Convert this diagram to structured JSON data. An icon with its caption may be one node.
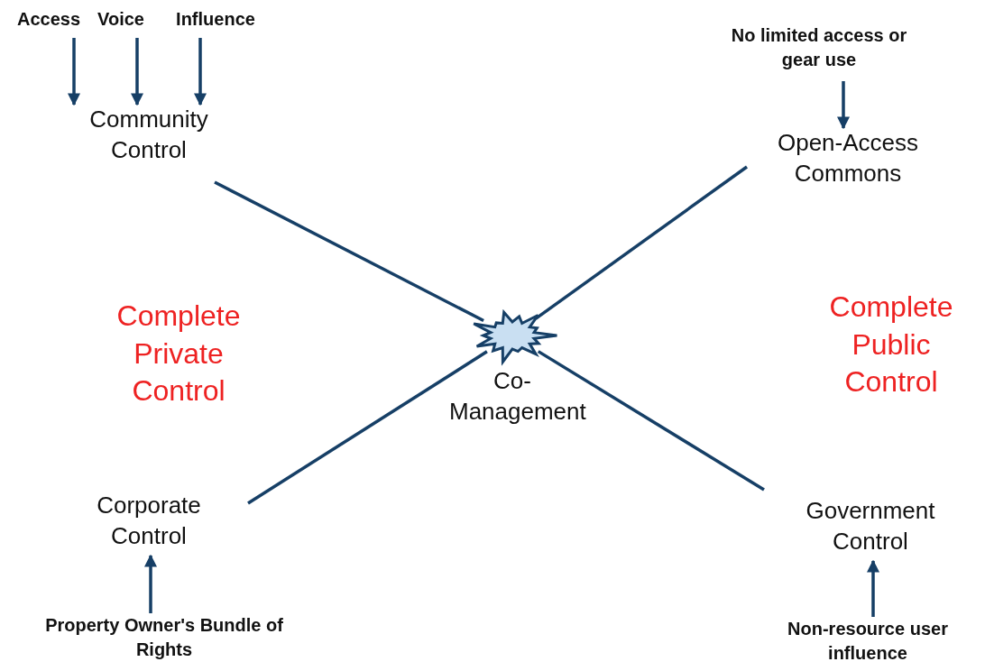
{
  "diagram": {
    "nodes": [
      {
        "text": [
          "Access"
        ]
      },
      {
        "text": [
          "Voice"
        ]
      },
      {
        "text": [
          "Influence"
        ]
      },
      {
        "text": [
          "Community Control"
        ]
      },
      {
        "text": [
          "No limited access or gear use"
        ]
      },
      {
        "text": [
          "Open-Access Commons"
        ]
      },
      {
        "text": [],
        "shape": "star",
        "beside": [
          "Co- Management"
        ]
      },
      {
        "text": [
          "Corporate Control"
        ]
      },
      {
        "text": [
          "Property Owner's Bundle of Rights"
        ]
      },
      {
        "text": [
          "Government Control"
        ]
      },
      {
        "text": [
          "Non-resource user influence"
        ]
      }
    ],
    "edges": [
      {
        "from": 0,
        "to": 3,
        "arrow": "to"
      },
      {
        "from": 1,
        "to": 3,
        "arrow": "to"
      },
      {
        "from": 2,
        "to": 3,
        "arrow": "to"
      },
      {
        "from": 4,
        "to": 5,
        "arrow": "to"
      },
      {
        "from": 3,
        "to": 6,
        "arrow": "none"
      },
      {
        "from": 5,
        "to": 6,
        "arrow": "none"
      },
      {
        "from": 7,
        "to": 6,
        "arrow": "none"
      },
      {
        "from": 9,
        "to": 6,
        "arrow": "none"
      },
      {
        "from": 8,
        "to": 7,
        "arrow": "to"
      },
      {
        "from": 10,
        "to": 9,
        "arrow": "to"
      }
    ],
    "labels": [
      "Complete Private Control",
      "Complete Public Control"
    ]
  }
}
